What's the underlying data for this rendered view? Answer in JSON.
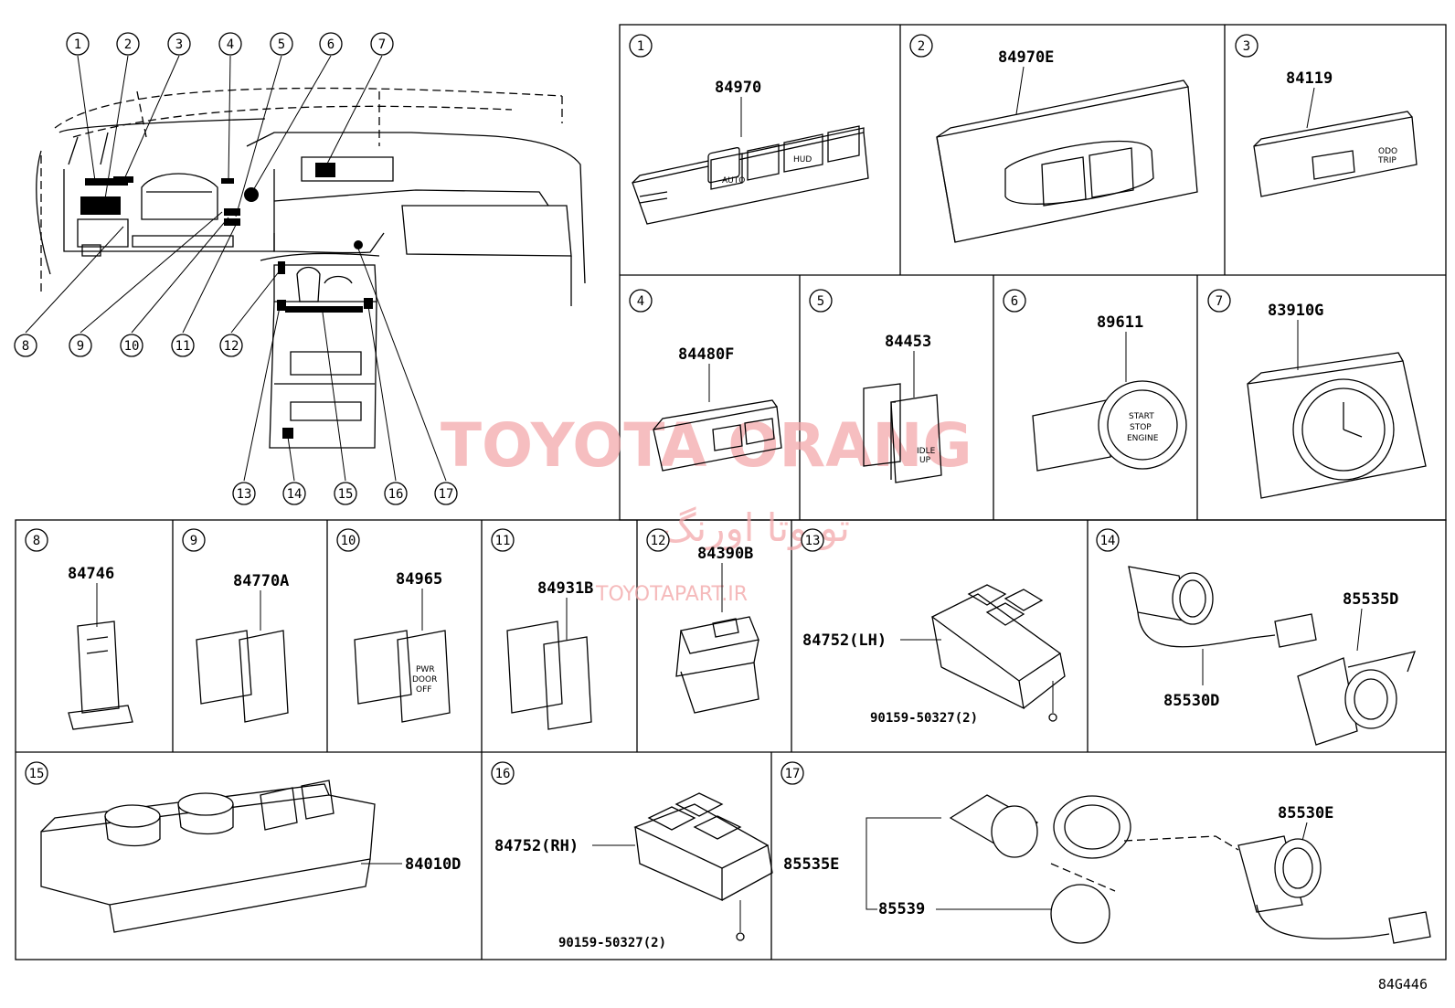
{
  "diagram_code": "84G446",
  "watermark": {
    "brand": "TOYOTA ORANG",
    "persian": "تویوتا اورنگ",
    "site": "TOYOTAPART.IR"
  },
  "overview_callouts": [
    "1",
    "2",
    "3",
    "4",
    "5",
    "6",
    "7",
    "8",
    "9",
    "10",
    "11",
    "12",
    "13",
    "14",
    "15",
    "16",
    "17"
  ],
  "panels": [
    {
      "number": "1",
      "part": "84970"
    },
    {
      "number": "2",
      "part": "84970E"
    },
    {
      "number": "3",
      "part": "84119"
    },
    {
      "number": "4",
      "part": "84480F"
    },
    {
      "number": "5",
      "part": "84453"
    },
    {
      "number": "6",
      "part": "89611"
    },
    {
      "number": "7",
      "part": "83910G"
    },
    {
      "number": "8",
      "part": "84746"
    },
    {
      "number": "9",
      "part": "84770A"
    },
    {
      "number": "10",
      "part": "84965"
    },
    {
      "number": "11",
      "part": "84931B"
    },
    {
      "number": "12",
      "part": "84390B"
    },
    {
      "number": "13",
      "part": "84752(LH)",
      "extra": "90159-50327(2)"
    },
    {
      "number": "14",
      "part": "85535D",
      "extra": "85530D"
    },
    {
      "number": "15",
      "part": "84010D"
    },
    {
      "number": "16",
      "part": "84752(RH)",
      "extra": "90159-50327(2)"
    },
    {
      "number": "17",
      "part": "85530E",
      "extra": "85535E",
      "extra2": "85539"
    }
  ],
  "switch_labels": {
    "hud": "HUD",
    "auto": "AUTO",
    "start1": "START",
    "start2": "STOP",
    "start3": "ENGINE",
    "idle1": "IDLE",
    "idle2": "UP",
    "pwr1": "PWR",
    "pwr2": "DOOR",
    "pwr3": "OFF",
    "odo1": "ODO",
    "odo2": "TRIP"
  }
}
